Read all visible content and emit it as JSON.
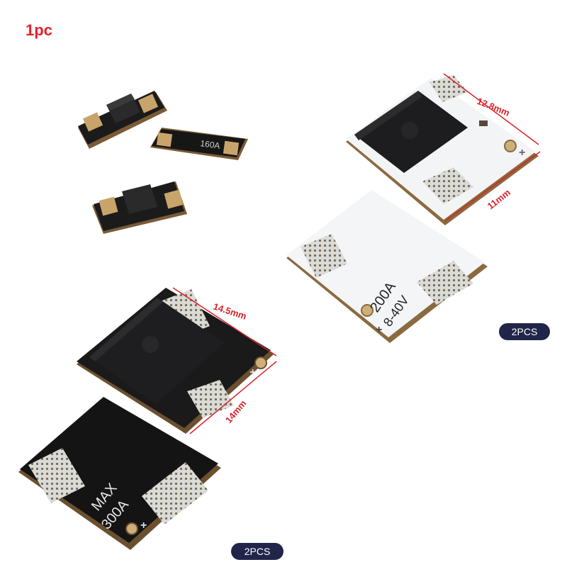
{
  "labels": {
    "one_piece": "1pc",
    "small_board_rating": "160A",
    "white_board_rating": "200A",
    "white_board_voltage": "8-40V",
    "black_board_max": "MAX",
    "black_board_rating": "300A",
    "plus_sign": "+"
  },
  "dimensions": {
    "white_width": "12.8mm",
    "white_height": "11mm",
    "black_width": "14.5mm",
    "black_height": "14mm"
  },
  "badges": {
    "white_pack": "2PCS",
    "black_pack": "2PCS"
  },
  "colors": {
    "tag_red": "#e8202a",
    "dimension_red": "#d9232a",
    "badge_bg": "#22254a",
    "pcb_black": "#141414",
    "pcb_white": "#eef0f2",
    "pad_gold": "#c9a46a",
    "mosfet_black": "#1d1d1f"
  }
}
